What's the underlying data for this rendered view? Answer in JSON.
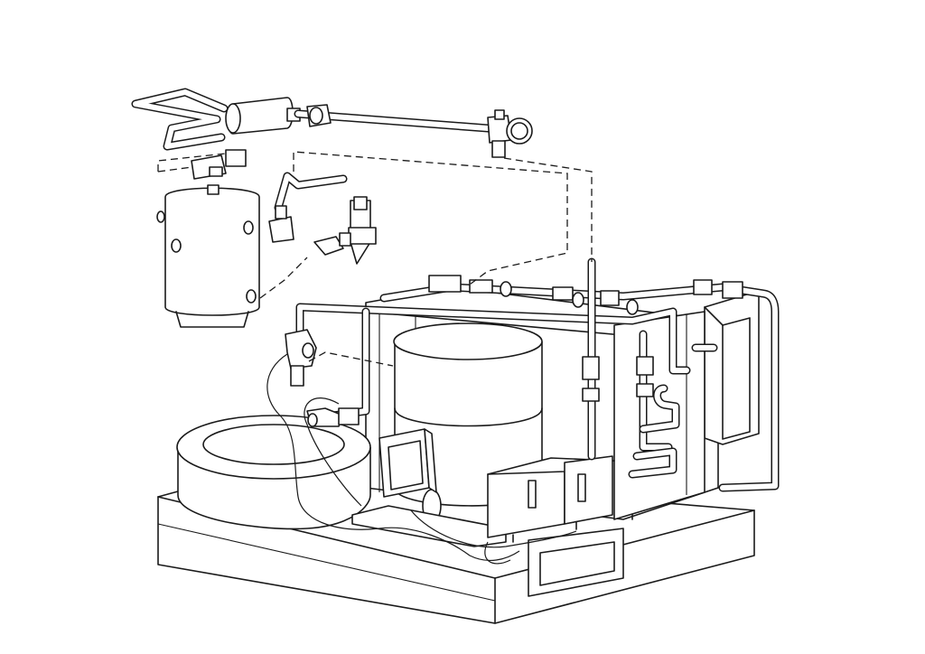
{
  "diagram": {
    "colors": {
      "line": "#1a1a1a",
      "fill": "#ffffff",
      "background": "#ffffff"
    },
    "components": [
      "base-frame",
      "fan-housing",
      "compressor",
      "condenser-coil",
      "liquid-receiver",
      "filter-drier",
      "sight-glass",
      "expansion-valve",
      "solenoid-valve",
      "service-valve",
      "pressure-switch",
      "electrical-terminal-box",
      "evaporator-coil-loop",
      "capillary-tube"
    ]
  }
}
